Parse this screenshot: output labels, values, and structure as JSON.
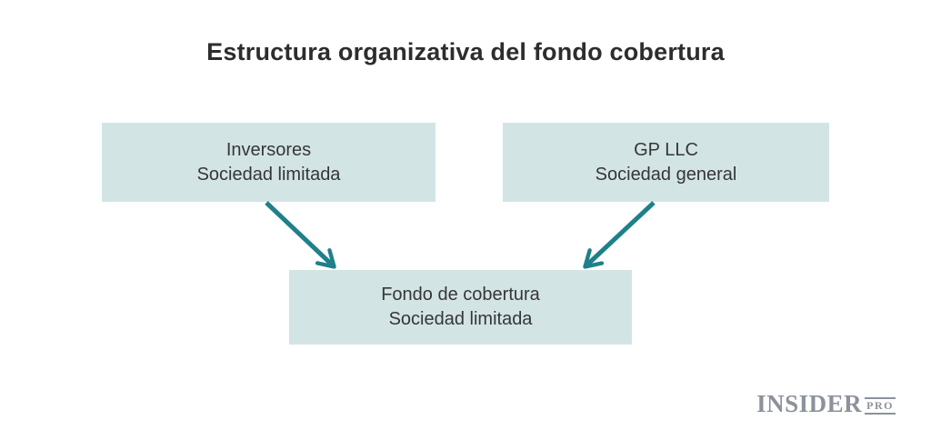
{
  "title": "Estructura organizativa del fondo cobertura",
  "diagram": {
    "nodes": [
      {
        "id": "inversores",
        "line1": "Inversores",
        "line2": "Sociedad limitada"
      },
      {
        "id": "gp-llc",
        "line1": "GP LLC",
        "line2": "Sociedad general"
      },
      {
        "id": "fondo",
        "line1": "Fondo de cobertura",
        "line2": "Sociedad limitada"
      }
    ],
    "edges": [
      {
        "from": "inversores",
        "to": "fondo"
      },
      {
        "from": "gp-llc",
        "to": "fondo"
      }
    ]
  },
  "colors": {
    "background": "#ffffff",
    "box_fill": "#d3e4e5",
    "arrow": "#1e808a",
    "title_text": "#2d2d2d",
    "box_text": "#363636",
    "logo_gray": "#8c929b"
  },
  "logo": {
    "brand": "INSIDER",
    "suffix": "PRO"
  }
}
